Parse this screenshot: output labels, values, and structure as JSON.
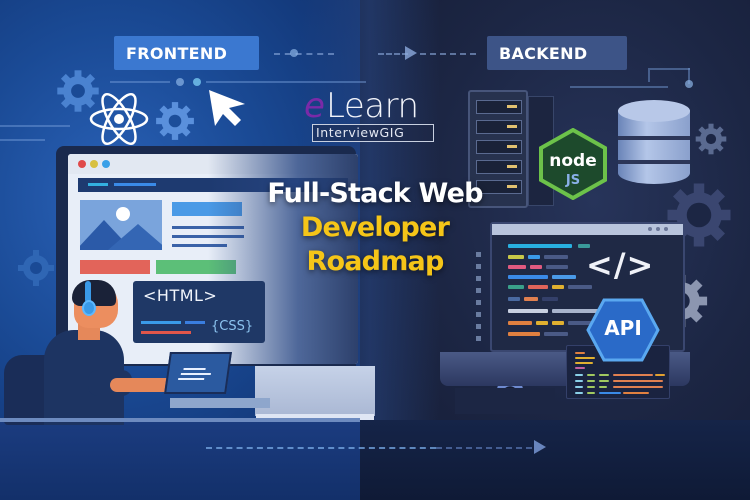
{
  "labels": {
    "frontend": "FRONTEND",
    "backend": "BACKEND"
  },
  "logo": {
    "brand_prefix": "e",
    "brand_main": "Learn",
    "brand_sub": "InterviewGIG"
  },
  "title": {
    "line1": "Full-Stack Web",
    "line2": "Developer",
    "line3": "Roadmap"
  },
  "frontend_code_card": {
    "html_tag": "<HTML>",
    "css_tag": "{CSS}"
  },
  "backend": {
    "code_symbol": "</>",
    "api_badge": "API",
    "node_logo_main": "node",
    "node_logo_sub": "JS"
  },
  "colors": {
    "frontend_bg": "#1a4a95",
    "backend_bg": "#1c2644",
    "frontend_tag": "#3b78d0",
    "backend_tag": "#3d5487",
    "title_white": "#ffffff",
    "title_yellow": "#f5c518",
    "logo_purple": "#7a2aa8",
    "node_green": "#6cc24a",
    "api_blue": "#2f7ad8"
  }
}
